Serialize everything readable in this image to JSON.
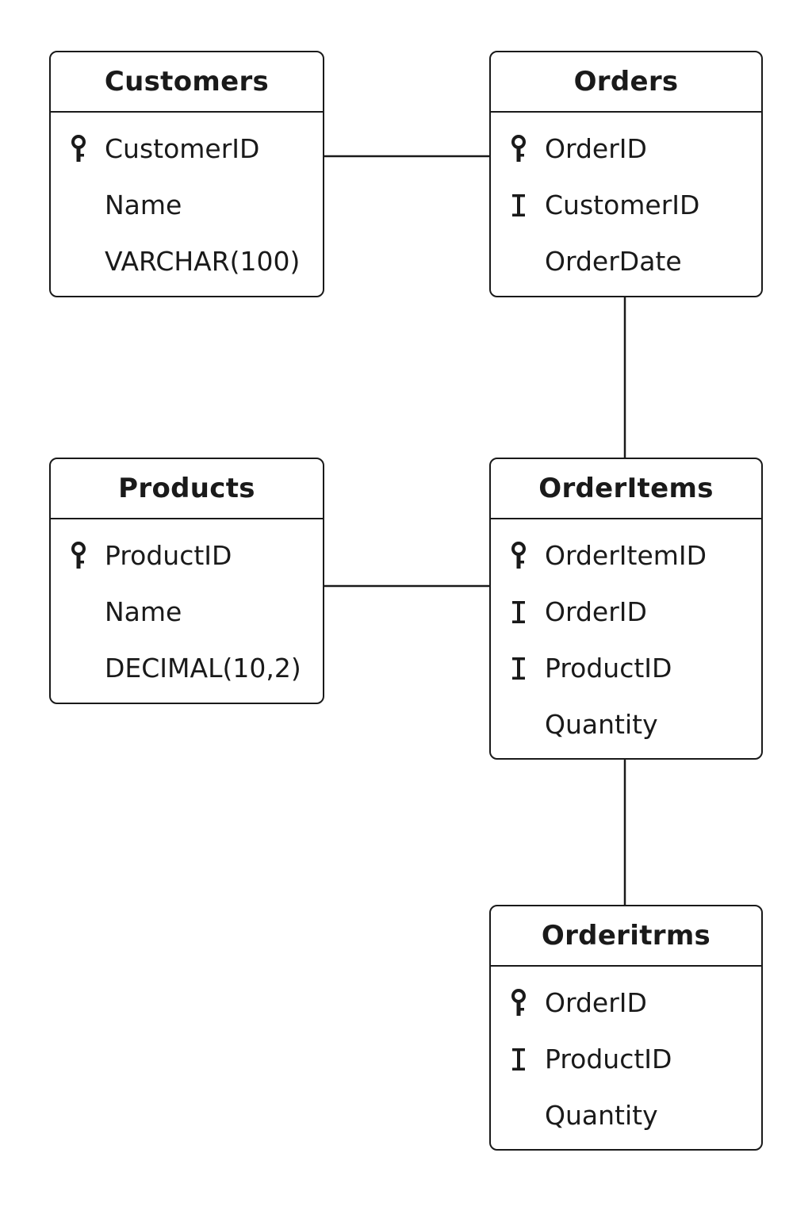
{
  "entities": {
    "customers": {
      "title": "Customers",
      "fields": [
        {
          "name": "CustomerID",
          "icon": "primary-key-icon"
        },
        {
          "name": "Name",
          "icon": ""
        },
        {
          "name": "VARCHAR(100)",
          "icon": ""
        }
      ]
    },
    "orders": {
      "title": "Orders",
      "fields": [
        {
          "name": "OrderID",
          "icon": "primary-key-icon"
        },
        {
          "name": "CustomerID",
          "icon": "foreign-key-icon"
        },
        {
          "name": "OrderDate",
          "icon": ""
        }
      ]
    },
    "products": {
      "title": "Products",
      "fields": [
        {
          "name": "ProductID",
          "icon": "primary-key-icon"
        },
        {
          "name": "Name",
          "icon": ""
        },
        {
          "name": "DECIMAL(10,2)",
          "icon": ""
        }
      ]
    },
    "orderitems": {
      "title": "OrderItems",
      "fields": [
        {
          "name": "OrderItemID",
          "icon": "primary-key-icon"
        },
        {
          "name": "OrderID",
          "icon": "foreign-key-icon"
        },
        {
          "name": "ProductID",
          "icon": "foreign-key-icon"
        },
        {
          "name": "Quantity",
          "icon": ""
        }
      ]
    },
    "orderitrms": {
      "title": "Orderitrms",
      "fields": [
        {
          "name": "OrderID",
          "icon": "primary-key-icon"
        },
        {
          "name": "ProductID",
          "icon": "foreign-key-icon"
        },
        {
          "name": "Quantity",
          "icon": ""
        }
      ]
    }
  },
  "colors": {
    "stroke": "#1a1a1a",
    "background": "#ffffff"
  }
}
